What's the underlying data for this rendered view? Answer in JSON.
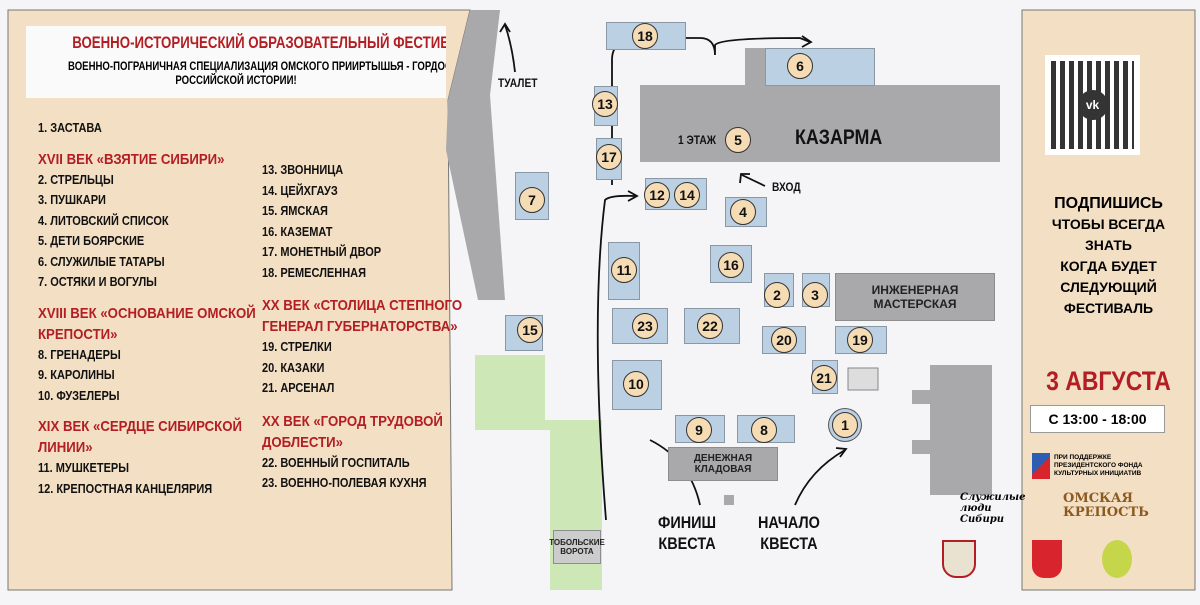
{
  "header": {
    "title": "ВОЕННО-ИСТОРИЧЕСКИЙ ОБРАЗОВАТЕЛЬНЫЙ ФЕСТИВАЛЬ",
    "subtitle_line1": "ВОЕННО-ПОГРАНИЧНАЯ СПЕЦИАЛИЗАЦИЯ ОМСКОГО ПРИИРТЫШЬЯ - ГОРДОСТЬ",
    "subtitle_line2": "РОССИЙСКОЙ ИСТОРИИ!"
  },
  "legend_col1": {
    "item1": "1. ЗАСТАВА",
    "g1": {
      "head": "XVII ВЕК «ВЗЯТИЕ СИБИРИ»",
      "items": [
        "2. СТРЕЛЬЦЫ",
        "3. ПУШКАРИ",
        "4. ЛИТОВСКИЙ СПИСОК",
        "5. ДЕТИ БОЯРСКИЕ",
        "6. СЛУЖИЛЫЕ ТАТАРЫ",
        "7. ОСТЯКИ И ВОГУЛЫ"
      ]
    },
    "g2": {
      "head1": "XVIII ВЕК «ОСНОВАНИЕ ОМСКОЙ",
      "head2": "КРЕПОСТИ»",
      "items": [
        "8. ГРЕНАДЕРЫ",
        "9. КАРОЛИНЫ",
        "10. ФУЗЕЛЕРЫ"
      ]
    },
    "g3": {
      "head1": "XIX ВЕК «СЕРДЦЕ СИБИРСКОЙ",
      "head2": "ЛИНИИ»",
      "items": [
        "11. МУШКЕТЕРЫ",
        "12. КРЕПОСТНАЯ КАНЦЕЛЯРИЯ"
      ]
    }
  },
  "legend_col2": {
    "items0": [
      "13. ЗВОННИЦА",
      "14. ЦЕЙХГАУЗ",
      "15. ЯМСКАЯ",
      "16. КАЗЕМАТ",
      "17. МОНЕТНЫЙ ДВОР",
      "18. РЕМЕСЛЕННАЯ"
    ],
    "g4": {
      "head1": "XX ВЕК «СТОЛИЦА СТЕПНОГО",
      "head2": "ГЕНЕРАЛ ГУБЕРНАТОРСТВА»",
      "items": [
        "19. СТРЕЛКИ",
        "20. КАЗАКИ",
        "21. АРСЕНАЛ"
      ]
    },
    "g5": {
      "head1": "XX ВЕК «ГОРОД ТРУДОВОЙ",
      "head2": "ДОБЛЕСТИ»",
      "items": [
        "22. ВОЕННЫЙ ГОСПИТАЛЬ",
        "23. ВОЕННО-ПОЛЕВАЯ КУХНЯ"
      ]
    }
  },
  "map": {
    "barracks": "КАЗАРМА",
    "floor": "1 ЭТАЖ",
    "entrance": "ВХОД",
    "toilet": "ТУАЛЕТ",
    "workshop": "ИНЖЕНЕРНАЯ МАСТЕРСКАЯ",
    "treasury": "ДЕНЕЖНАЯ КЛАДОВАЯ",
    "gate1": "ТОБОЛЬСКИЕ",
    "gate2": "ВОРОТА",
    "finish1": "ФИНИШ",
    "finish2": "КВЕСТА",
    "start1": "НАЧАЛО",
    "start2": "КВЕСТА",
    "markers": [
      "1",
      "2",
      "3",
      "4",
      "5",
      "6",
      "7",
      "8",
      "9",
      "10",
      "11",
      "12",
      "13",
      "14",
      "15",
      "16",
      "17",
      "18",
      "19",
      "20",
      "21",
      "22",
      "23"
    ]
  },
  "right": {
    "sub": [
      "ПОДПИШИСЬ",
      "ЧТОБЫ ВСЕГДА",
      "ЗНАТЬ",
      "КОГДА БУДЕТ",
      "СЛЕДУЮЩИЙ",
      "ФЕСТИВАЛЬ"
    ],
    "date": "3 АВГУСТА",
    "time": "С 13:00 - 18:00",
    "fund": "ПРИ ПОДДЕРЖКЕ ПРЕЗИДЕНТСКОГО ФОНДА КУЛЬТУРНЫХ ИНИЦИАТИВ",
    "logo1": "Служилые люди Сибири",
    "logo2": "ОМСКАЯ КРЕПОСТЬ"
  },
  "colors": {
    "panel": "#f3dfc4",
    "red": "#b21e23",
    "building": "#bcd0e3",
    "grey": "#a9a9ab",
    "green": "#cde7b6"
  }
}
